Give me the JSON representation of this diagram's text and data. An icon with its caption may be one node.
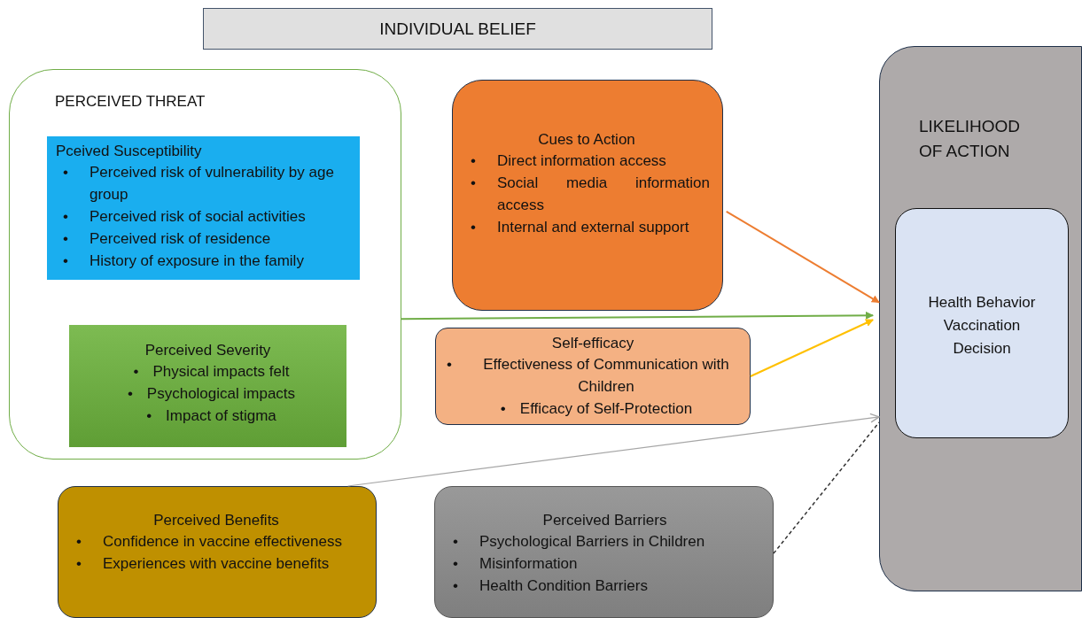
{
  "diagram": {
    "nodes": [
      {
        "text": [
          "INDIVIDUAL BELIEF"
        ]
      },
      {
        "text": [
          "PERCEIVED THREAT"
        ]
      },
      {
        "text": [
          "Pceived Susceptibility",
          "• Perceived risk of vulnerability by age group",
          "• Perceived risk of social activities",
          "• Perceived risk of residence",
          "• History of exposure in the family"
        ],
        "in": 1
      },
      {
        "text": [
          "Perceived Severity",
          "• Physical impacts felt",
          "• Psychological impacts",
          "• Impact of stigma"
        ],
        "in": 1
      },
      {
        "text": [
          "Cues to Action",
          "• Direct information access",
          "• Social media information access",
          "• Internal and external support"
        ]
      },
      {
        "text": [
          "Self-efficacy",
          "• Effectiveness of Communication with Children",
          "• Efficacy of Self-Protection"
        ]
      },
      {
        "text": [
          "LIKELIHOOD OF ACTION"
        ]
      },
      {
        "text": [
          "Health Behavior Vaccination Decision"
        ],
        "in": 6
      },
      {
        "text": [
          "Perceived Benefits",
          "• Confidence in vaccine effectiveness",
          "• Experiences with vaccine benefits"
        ]
      },
      {
        "text": [
          "Perceived Barriers",
          "• Psychological Barriers in Children",
          "• Misinformation",
          "• Health Condition Barriers"
        ]
      }
    ],
    "edges": [
      {
        "from": 4,
        "to": 6,
        "arrow": "to",
        "color": "#ed7d31"
      },
      {
        "from": 1,
        "to": 6,
        "arrow": "to",
        "color": "#70ad47"
      },
      {
        "from": 5,
        "to": 6,
        "arrow": "to",
        "color": "#ffc000"
      },
      {
        "from": 8,
        "to": 6,
        "arrow": "to",
        "color": "#a6a6a6"
      },
      {
        "from": 9,
        "to": 6,
        "arrow": "none",
        "style": "dashed",
        "color": "#333333"
      }
    ]
  }
}
